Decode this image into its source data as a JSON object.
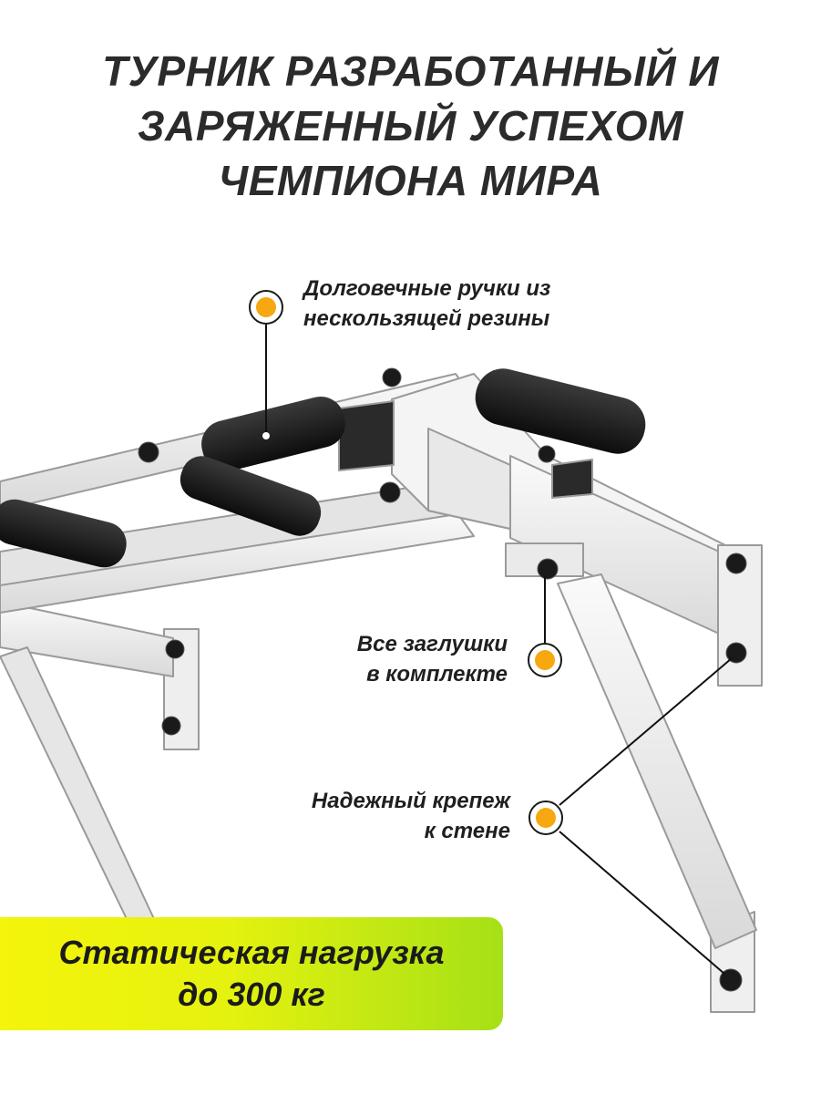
{
  "headline": {
    "line1": "ТУРНИК РАЗРАБОТАННЫЙ И",
    "line2": "ЗАРЯЖЕННЫЙ УСПЕХОМ",
    "line3": "ЧЕМПИОНА МИРА"
  },
  "callouts": [
    {
      "line1": "Долговечные ручки из",
      "line2": "нескользящей резины"
    },
    {
      "line1": "Все заглушки",
      "line2": "в комплекте"
    },
    {
      "line1": "Надежный крепеж",
      "line2": "к стене"
    }
  ],
  "badge": {
    "line1": "Статическая нагрузка",
    "line2": "до 300 кг"
  },
  "colors": {
    "marker": "#f7a70f",
    "badge_start": "#f4f40c",
    "badge_end": "#a6e017",
    "text": "#1f1f1f"
  }
}
